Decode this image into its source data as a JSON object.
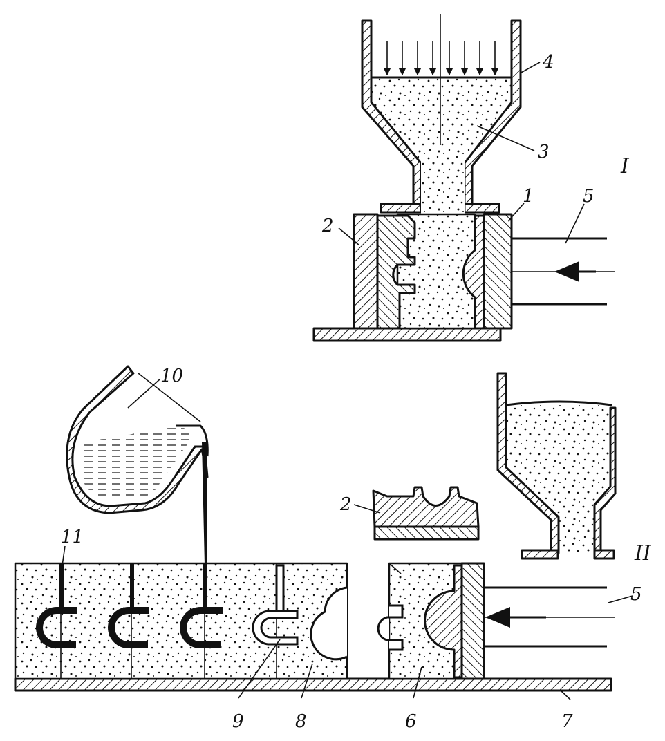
{
  "figure": {
    "stage_labels": {
      "stage_1": "I",
      "stage_2": "II"
    },
    "part_labels": {
      "p1": "1",
      "p2_top": "2",
      "p2_mid": "2",
      "p3": "3",
      "p4": "4",
      "p5_top": "5",
      "p5_bottom": "5",
      "p6": "6",
      "p7": "7",
      "p8": "8",
      "p9": "9",
      "p10": "10",
      "p11": "11"
    }
  }
}
